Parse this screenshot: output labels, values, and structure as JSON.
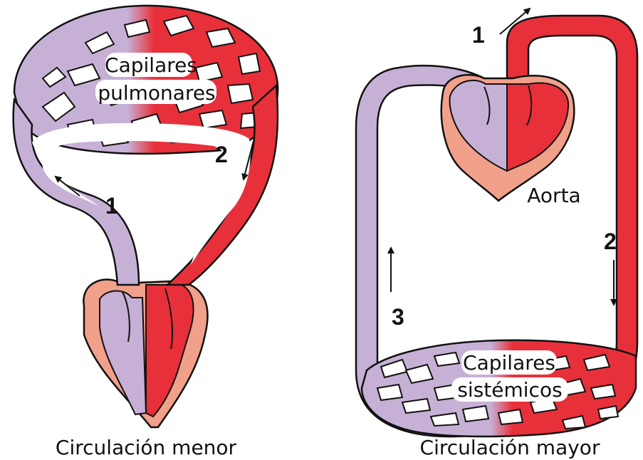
{
  "left_diagram": {
    "capillary_label_line1": "Capilares",
    "capillary_label_line2": "pulmonares",
    "arrow_label_1": "1",
    "arrow_label_2": "2",
    "caption": "Circulación menor"
  },
  "right_diagram": {
    "arrow_label_1": "1",
    "aorta_label": "Aorta",
    "arrow_label_2": "2",
    "arrow_label_3": "3",
    "capillary_label_line1": "Capilares",
    "capillary_label_line2": "sistémicos",
    "caption": "Circulación mayor"
  },
  "colors": {
    "venous": "#c7b0d6",
    "arterial": "#e8303a",
    "heart": "#f1a08a",
    "outline": "#111111"
  }
}
